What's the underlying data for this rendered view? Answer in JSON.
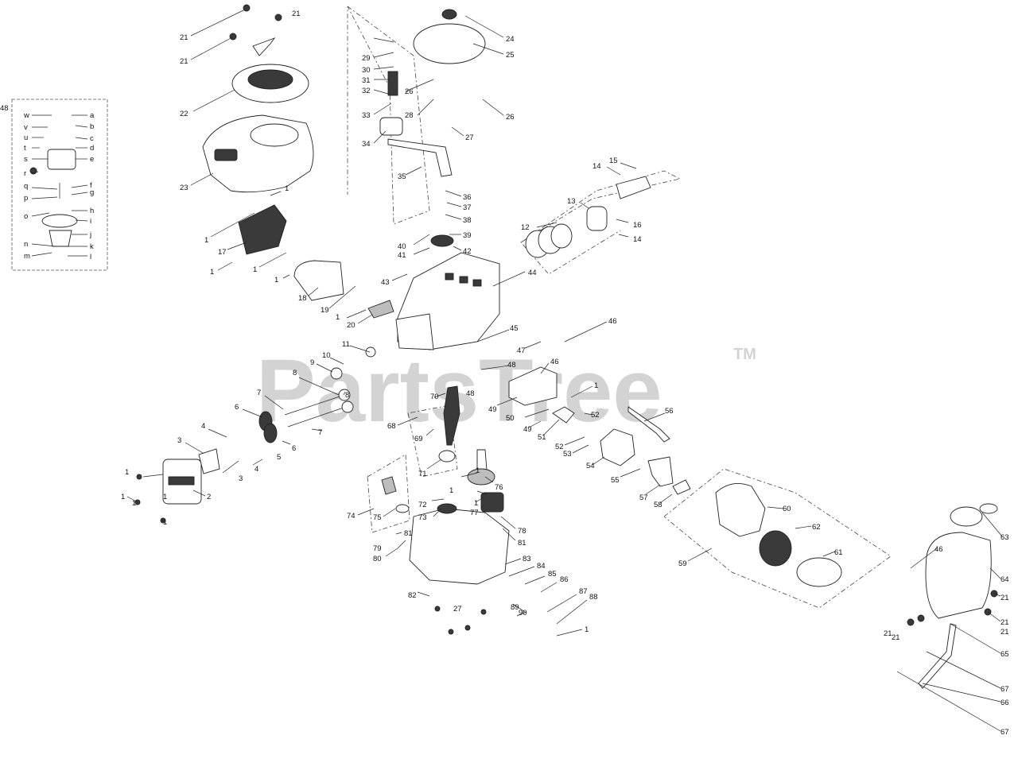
{
  "watermark": {
    "text": "PartsTree",
    "tm": "TM"
  },
  "callouts": [
    "1",
    "2",
    "3",
    "4",
    "5",
    "6",
    "7",
    "8",
    "9",
    "10",
    "11",
    "12",
    "13",
    "14",
    "15",
    "16",
    "17",
    "18",
    "19",
    "20",
    "21",
    "22",
    "23",
    "24",
    "25",
    "26",
    "27",
    "28",
    "29",
    "30",
    "31",
    "32",
    "33",
    "34",
    "35",
    "36",
    "37",
    "38",
    "39",
    "40",
    "41",
    "42",
    "43",
    "44",
    "45",
    "46",
    "47",
    "48",
    "49",
    "50",
    "51",
    "52",
    "53",
    "54",
    "55",
    "56",
    "57",
    "58",
    "59",
    "60",
    "61",
    "62",
    "63",
    "64",
    "65",
    "66",
    "67",
    "68",
    "69",
    "70",
    "71",
    "72",
    "73",
    "74",
    "75",
    "76",
    "77",
    "78",
    "79",
    "80",
    "81",
    "82",
    "83",
    "84",
    "85",
    "86",
    "87",
    "88",
    "89",
    "90",
    "a",
    "b",
    "c",
    "d",
    "e",
    "f",
    "g",
    "h",
    "i",
    "j",
    "k",
    "l",
    "m",
    "n",
    "o",
    "p",
    "q",
    "r",
    "s",
    "t",
    "u",
    "v",
    "w"
  ]
}
